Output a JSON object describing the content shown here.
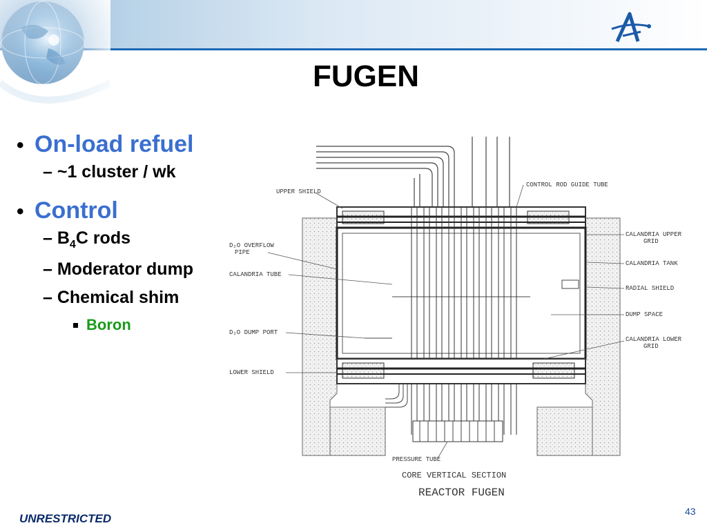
{
  "slide": {
    "title": "FUGEN",
    "bullets": [
      {
        "text": "On-load refuel",
        "sub": [
          {
            "text": "~1 cluster / wk"
          }
        ]
      },
      {
        "text": "Control",
        "sub": [
          {
            "pre": "B",
            "subscript": "4",
            "post": "C rods"
          },
          {
            "text": "Moderator dump"
          },
          {
            "text": "Chemical shim",
            "sub": [
              {
                "text": "Boron"
              }
            ]
          }
        ]
      }
    ],
    "dash": "–",
    "bullet_glyph": "•",
    "footer": {
      "classification": "UNRESTRICTED",
      "page_number": "43"
    }
  },
  "diagram": {
    "labels": {
      "upper_shield": "UPPER SHIELD",
      "control_rod_guide_tube": "CONTROL ROD GUIDE TUBE",
      "d2o_overflow_pipe_1": "D₂O OVERFLOW",
      "d2o_overflow_pipe_2": "PIPE",
      "calandria_tube": "CALANDRIA TUBE",
      "calandria_upper_grid_1": "CALANDRIA UPPER",
      "calandria_upper_grid_2": "GRID",
      "calandria_tank": "CALANDRIA TANK",
      "radial_shield": "RADIAL SHIELD",
      "dump_space": "DUMP SPACE",
      "d2o_dump_port": "D₂O DUMP PORT",
      "calandria_lower_grid_1": "CALANDRIA LOWER",
      "calandria_lower_grid_2": "GRID",
      "lower_shield": "LOWER SHIELD",
      "pressure_tube": "PRESSURE TUBE",
      "caption_1": "CORE VERTICAL SECTION",
      "caption_2": "REACTOR FUGEN"
    }
  },
  "colors": {
    "accent_blue": "#3a6fd0",
    "sub_sub_green": "#1a9a1a",
    "banner_line": "#1b67b3",
    "footer_text": "#0a2a6b"
  }
}
